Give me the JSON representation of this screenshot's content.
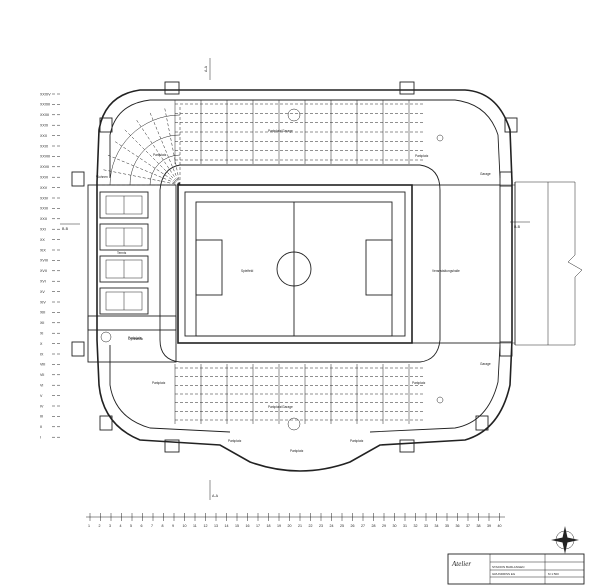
{
  "labels": {
    "pitch": "Spielfeld",
    "right_hall": "Veranstaltungshalle",
    "tennis": "Tennis",
    "gym": "Gymnastik",
    "top_stand": "Parkplatz/Garage",
    "bottom_stand": "Parkplatz/Garage",
    "left_top": "Parkplatz",
    "left_bot": "Parkplatz",
    "top_right_block": "Garage",
    "bot_right_block": "Garage",
    "top_mid": "Parkplatz",
    "bot_mid": "Parkplatz",
    "low_left": "Parkplatz",
    "low_mid": "Parkplatz",
    "low_right": "Parkplatz",
    "left_small": "Wohnen"
  },
  "section_marks": {
    "top": "A-A",
    "left": "B-B",
    "right": "B-B",
    "bottom": "A-A"
  },
  "row_axis": [
    "XXXIV",
    "XXXIII",
    "XXXII",
    "XXXI",
    "XXX",
    "XXIX",
    "XXVIII",
    "XXVII",
    "XXVI",
    "XXV",
    "XXIV",
    "XXIII",
    "XXII",
    "XXI",
    "XX",
    "XIX",
    "XVIII",
    "XVII",
    "XVI",
    "XV",
    "XIV",
    "XIII",
    "XII",
    "XI",
    "X",
    "IX",
    "VIII",
    "VII",
    "VI",
    "V",
    "IV",
    "III",
    "II",
    "I"
  ],
  "col_axis": [
    "1",
    "2",
    "3",
    "4",
    "5",
    "6",
    "7",
    "8",
    "9",
    "10",
    "11",
    "12",
    "13",
    "14",
    "15",
    "16",
    "17",
    "18",
    "19",
    "20",
    "21",
    "22",
    "23",
    "24",
    "25",
    "26",
    "27",
    "28",
    "29",
    "30",
    "31",
    "32",
    "33",
    "34",
    "35",
    "36",
    "37",
    "38",
    "39",
    "40"
  ],
  "title_block": {
    "logo": "Atelier",
    "project": "STADION BARLANGEN",
    "drawing": "GRUNDRISS EG",
    "scale": "M 1:500"
  }
}
